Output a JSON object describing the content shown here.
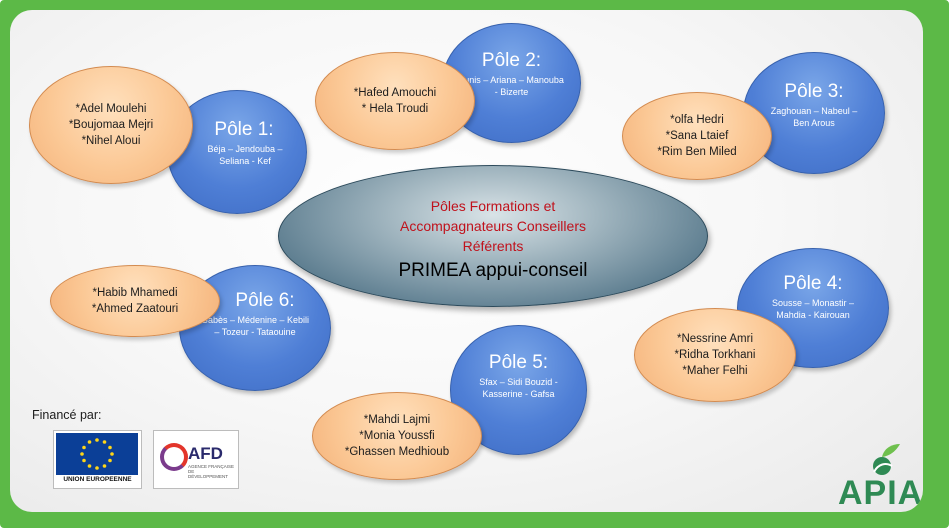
{
  "center": {
    "line1": "Pôles Formations et",
    "line2": "Accompagnateurs Conseillers",
    "line3": "Référents",
    "subtitle": "PRIMEA appui-conseil"
  },
  "poles": [
    {
      "title": "Pôle 1:",
      "regions": "Béja – Jendouba – Seliana - Kef",
      "members": [
        "*Adel Moulehi",
        "*Boujomaa Mejri",
        "*Nihel Aloui"
      ]
    },
    {
      "title": "Pôle 2:",
      "regions": "Tunis – Ariana – Manouba - Bizerte",
      "members": [
        "*Hafed Amouchi",
        "* Hela Troudi"
      ]
    },
    {
      "title": "Pôle 3:",
      "regions": "Zaghouan – Nabeul – Ben Arous",
      "members": [
        "*olfa Hedri",
        "*Sana Ltaief",
        "*Rim Ben Miled"
      ]
    },
    {
      "title": "Pôle 4:",
      "regions": "Sousse – Monastir – Mahdia - Kairouan",
      "members": [
        "*Nessrine Amri",
        "*Ridha Torkhani",
        "*Maher Felhi"
      ]
    },
    {
      "title": "Pôle 5:",
      "regions": "Sfax – Sidi Bouzid - Kasserine - Gafsa",
      "members": [
        "*Mahdi Lajmi",
        "*Monia Youssfi",
        "*Ghassen Medhioub"
      ]
    },
    {
      "title": "Pôle 6:",
      "regions": "Gabès – Médenine – Kebili – Tozeur - Tataouine",
      "members": [
        "*Habib Mhamedi",
        "*Ahmed Zaatouri"
      ]
    }
  ],
  "footer": {
    "financed_by": "Financé par:",
    "eu_caption": "UNION EUROPEENNE",
    "afd_name": "AFD",
    "afd_caption": "AGENCE FRANÇAISE DE DÉVELOPPEMENT",
    "apia": "APIA"
  },
  "colors": {
    "frame": "#5cb947",
    "pole_blue": "#4f7fd6",
    "person_orange": "#fbc895",
    "center_title_red": "#c0121c"
  }
}
